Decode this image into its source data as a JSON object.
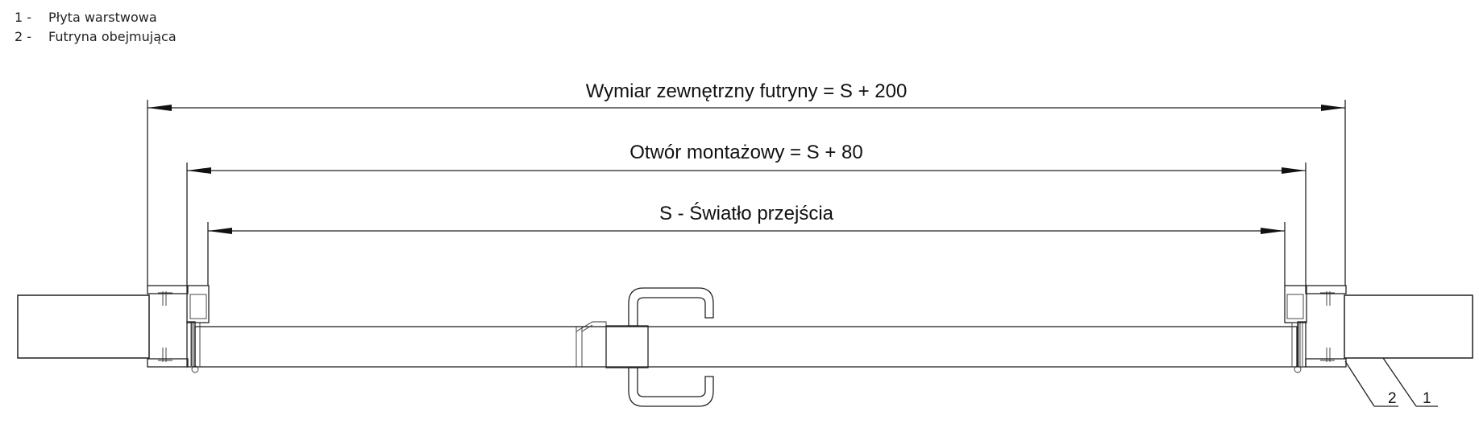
{
  "legend": [
    {
      "num": "1 -",
      "label": "Płyta warstwowa"
    },
    {
      "num": "2 -",
      "label": "Futryna obejmująca"
    }
  ],
  "dimensions": {
    "outer": "Wymiar zewnętrzny futryny = S + 200",
    "opening": "Otwór montażowy = S + 80",
    "clear": "S - Światło przejścia"
  },
  "callouts": {
    "one": "1",
    "two": "2"
  }
}
